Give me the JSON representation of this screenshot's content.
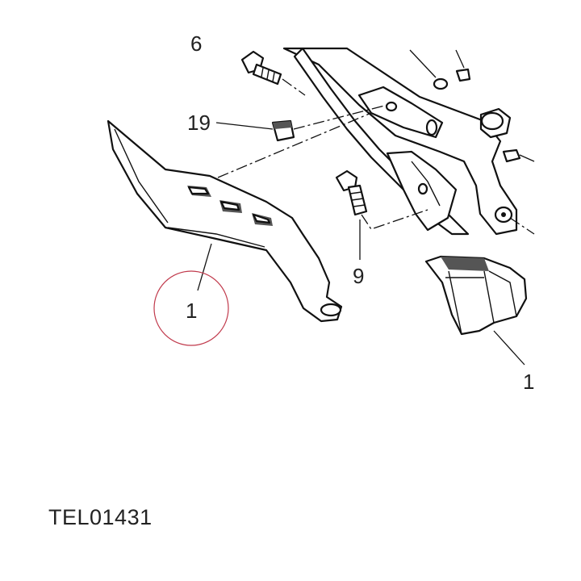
{
  "labels": {
    "bolt_top": "6",
    "block": "19",
    "bolt_mid": "9",
    "heel_guard_left": "1",
    "heel_guard_right": "1"
  },
  "drawing_code": "TEL01431",
  "highlight": {
    "target": "heel_guard_left",
    "color": "#c0394b"
  }
}
